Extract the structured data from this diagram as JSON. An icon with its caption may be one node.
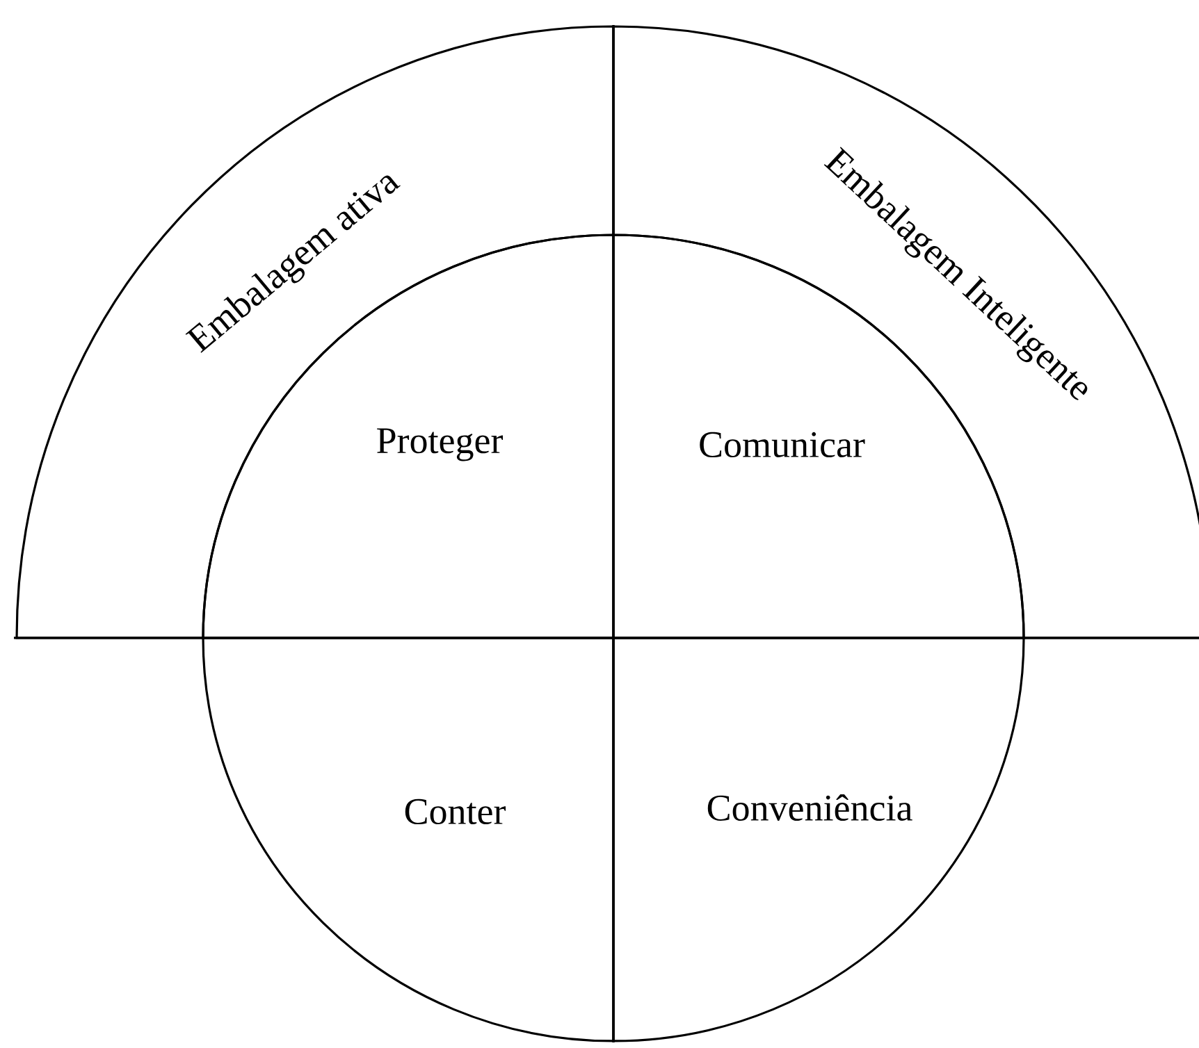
{
  "diagram": {
    "nodes": [
      {
        "text": [
          "Embalagem ativa"
        ]
      },
      {
        "text": [
          "Embalagem Inteligente"
        ]
      },
      {
        "text": [
          "Proteger"
        ]
      },
      {
        "text": [
          "Comunicar"
        ]
      },
      {
        "text": [
          "Conter"
        ]
      },
      {
        "text": [
          "Conveniência"
        ]
      }
    ]
  }
}
